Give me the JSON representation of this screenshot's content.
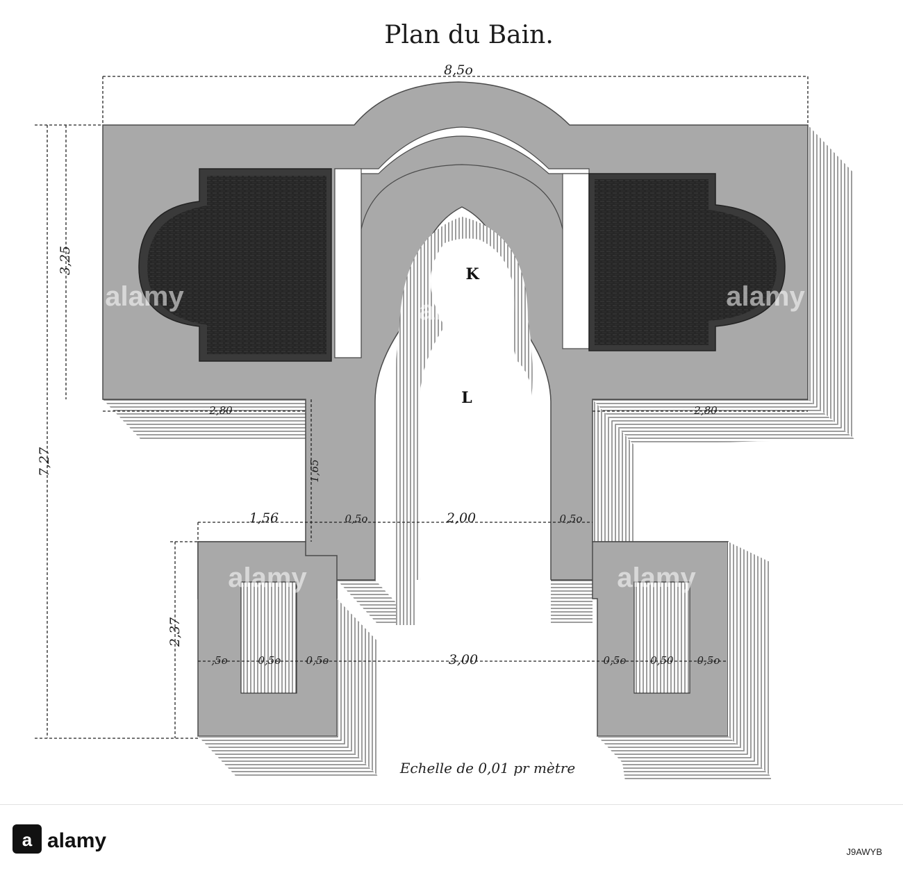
{
  "plan": {
    "title": "Plan du Bain.",
    "room_labels": {
      "k": "K",
      "l": "L"
    },
    "dimensions": {
      "overall_width": "8,5o",
      "overall_height": "7,27",
      "upper_height": "3,25",
      "wing_left": "2,80",
      "wing_right": "2,80",
      "recess_height": "1,65",
      "recess_width": "1,56",
      "wall_left": "0,5o",
      "passage_width": "2,00",
      "wall_right": "0,5o",
      "pavilion_height": "2,37",
      "bottom_row": {
        "left_a": ",5o",
        "left_b": "0,5o",
        "left_c": "0,5o",
        "centre": "3,00",
        "right_a": "0,5o",
        "right_b": "0,50",
        "right_c": "0,5o"
      }
    },
    "scale_note": "Echelle de 0,01 pr mètre"
  },
  "stock_overlay": {
    "watermark": "alamy",
    "image_id": "J9AWYB"
  },
  "colors": {
    "wall": "#a9a9a9",
    "basin": "#262626",
    "floor": "#ffffff",
    "hatch": "#5c5c5c",
    "ink": "#1d1d1d"
  }
}
